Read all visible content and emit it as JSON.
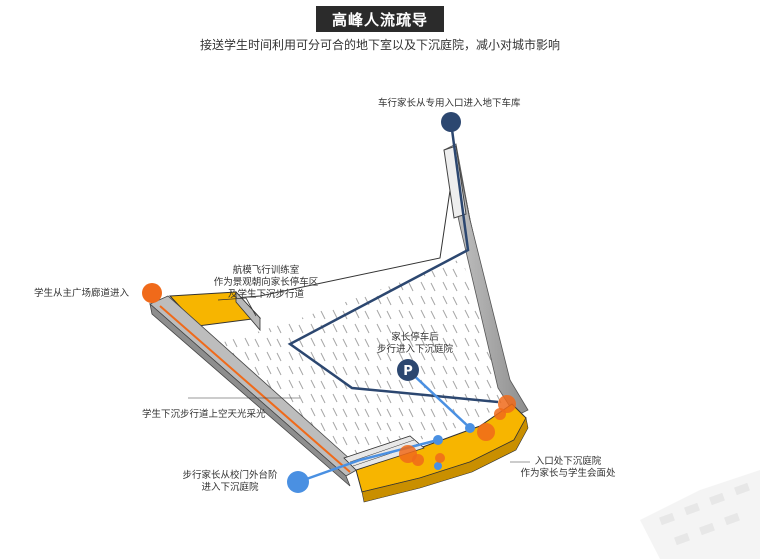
{
  "header": {
    "title": "高峰人流疏导",
    "subtitle": "接送学生时间利用可分可合的地下室以及下沉庭院，减小对城市影响"
  },
  "annotations": {
    "car_parents": "车行家长从专用入口进入地下车库",
    "main_plaza": "学生从主广场廊道进入",
    "aero_room": [
      "航模飞行训练室",
      "作为景观朝向家长停车区",
      "及学生下沉步行道"
    ],
    "parking": [
      "家长停车后",
      "步行进入下沉庭院"
    ],
    "skylight": "学生下沉步行道上空天光采光",
    "walk_parents": [
      "步行家长从校门外台阶",
      "进入下沉庭院"
    ],
    "entrance": [
      "入口处下沉庭院",
      "作为家长与学生会面处"
    ]
  },
  "icons": {
    "parking_letter": "P"
  },
  "colors": {
    "car_route": "#2c4770",
    "student_route": "#f06a1a",
    "walk_route": "#4a90e2",
    "courtyard": "#f7b500",
    "title_bg": "#2b2b2b"
  }
}
